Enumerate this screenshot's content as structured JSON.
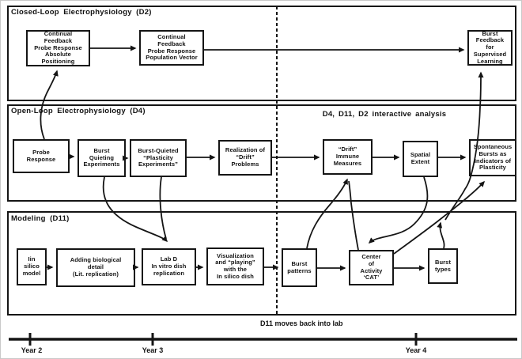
{
  "diagram": {
    "sections": {
      "d2": {
        "title": "Closed-Loop Electrophysiology (D2)"
      },
      "d4": {
        "title": "Open-Loop Electrophysiology (D4)",
        "annotation": "D4, D11, D2 interactive analysis"
      },
      "d11": {
        "title": "Modeling (D11)"
      }
    },
    "nodes": {
      "cf_absolute": "Continual\nFeedback\nProbe Response\nAbsolute\nPositioning",
      "cf_population": "Continual\nFeedback\nProbe Response\nPopulation Vector",
      "burst_feedback": "Burst\nFeedback\nfor\nSupervised\nLearning",
      "probe_response": "Probe\nResponse",
      "burst_quieting": "Burst\nQuieting\nExperiments",
      "burst_quieted": "Burst-Quieted\n“Plasticity\nExperiments”",
      "realization": "Realization of\n“Drift”\nProblems",
      "drift_immune": "“Drift”\nImmune\nMeasures",
      "spatial_extent": "Spatial\nExtent",
      "spontaneous": "Spontaneous\nBursts as\nIndicators of\nPlasticity",
      "in_silico": "Iin\nsilico\nmodel",
      "adding_bio": "Adding biological\ndetail\n(Lit. replication)",
      "lab_d": "Lab D\nIn vitro dish\nreplication",
      "visualization": "Visualization\nand “playing”\nwith the\nIn silico dish",
      "burst_patterns": "Burst\npatterns",
      "cat": "Center\nof\nActivity\n‘CAT’",
      "burst_types": "Burst\ntypes"
    },
    "timeline": {
      "caption": "D11 moves back into lab",
      "ticks": [
        {
          "label": "Year 2"
        },
        {
          "label": "Year 3"
        },
        {
          "label": "Year 4"
        }
      ]
    }
  }
}
